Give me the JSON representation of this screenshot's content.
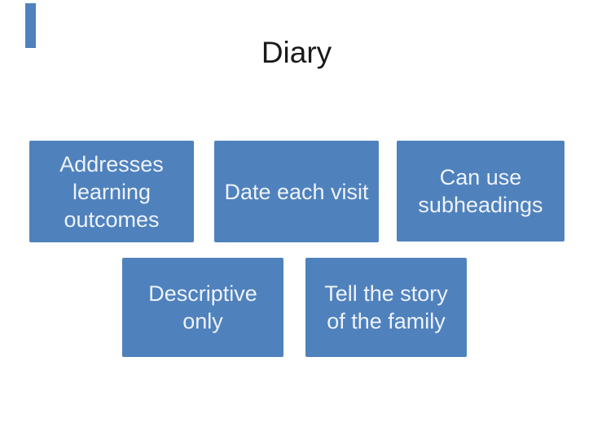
{
  "slide": {
    "title": "Diary",
    "colors": {
      "accent": "#4f81bd",
      "box_text": "#eef3f9",
      "title_text": "#1a1a1a",
      "background": "#ffffff"
    },
    "boxes": [
      {
        "id": "addresses-learning-outcomes",
        "label": "Addresses\nlearning\noutcomes"
      },
      {
        "id": "date-each-visit",
        "label": "Date each visit"
      },
      {
        "id": "can-use-subheadings",
        "label": "Can use\nsubheadings"
      },
      {
        "id": "descriptive-only",
        "label": "Descriptive\nonly"
      },
      {
        "id": "tell-story-of-family",
        "label": "Tell the story\nof the family"
      }
    ]
  }
}
